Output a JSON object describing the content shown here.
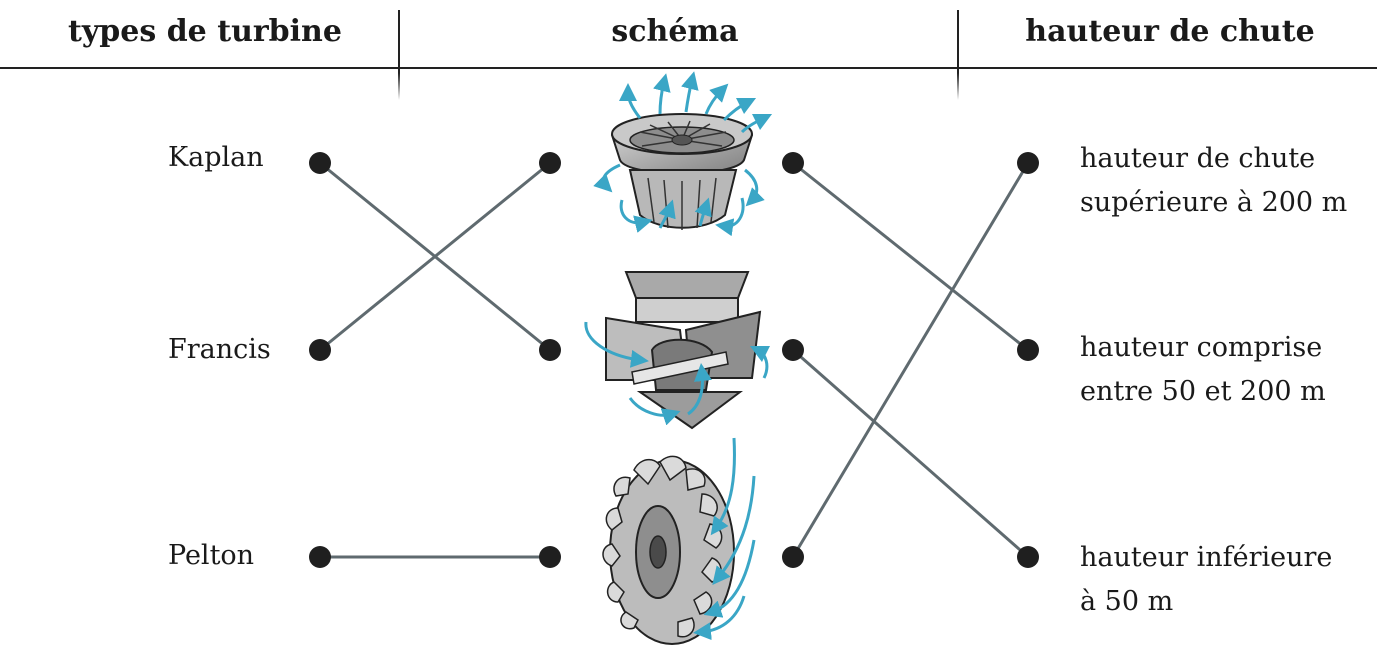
{
  "headers": {
    "types": "types de turbine",
    "schema": "schéma",
    "hauteur": "hauteur de chute"
  },
  "turbines": [
    {
      "name": "Kaplan"
    },
    {
      "name": "Francis"
    },
    {
      "name": "Pelton"
    }
  ],
  "heights": [
    {
      "line1": "hauteur de chute",
      "line2": "supérieure à 200 m"
    },
    {
      "line1": "hauteur comprise",
      "line2": "entre 50 et 200 m"
    },
    {
      "line1": "hauteur inférieure",
      "line2": "à 50 m"
    }
  ],
  "colors": {
    "dot": "#1f1f1f",
    "line": "#5f6a6f",
    "arrow": "#3aa6c6",
    "metal": "#9a9a9a"
  },
  "icons": [
    "kaplan-turbine-icon",
    "francis-turbine-icon",
    "pelton-turbine-icon"
  ]
}
